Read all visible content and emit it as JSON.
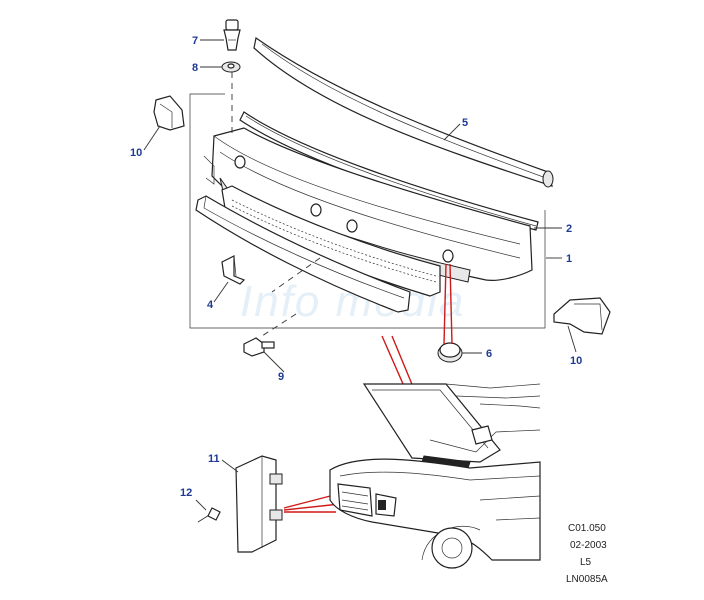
{
  "watermark": "Info media",
  "callouts": {
    "c1": "1",
    "c2": "2",
    "c4": "4",
    "c5": "5",
    "c6": "6",
    "c7": "7",
    "c8": "8",
    "c9": "9",
    "c10a": "10",
    "c10b": "10",
    "c11": "11",
    "c12": "12"
  },
  "reference": {
    "code": "C01.050",
    "date": "02-2003",
    "level": "L5",
    "drawing": "LN0085A"
  },
  "colors": {
    "callout": "#1f3a93",
    "highlight": "#d01919",
    "line": "#222222"
  }
}
